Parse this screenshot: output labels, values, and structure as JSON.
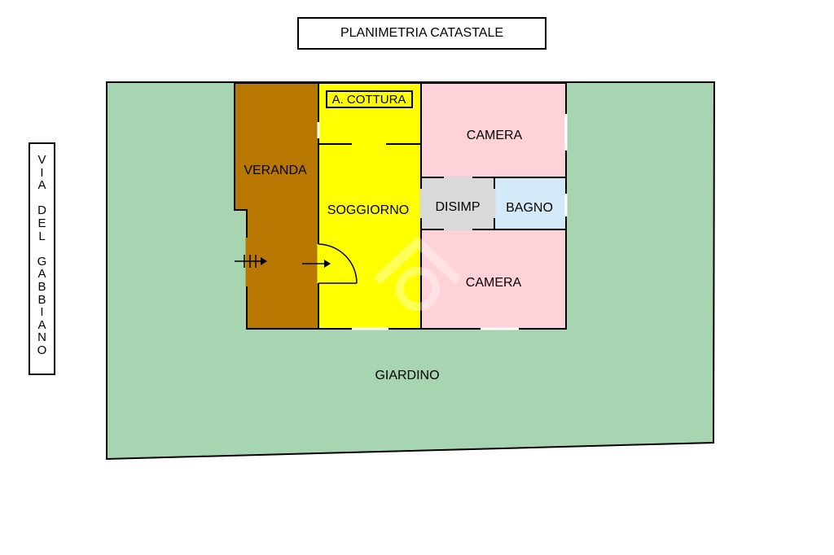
{
  "title": "PLANIMETRIA CATASTALE",
  "street": "VIA DEL GABBIANO",
  "rooms": {
    "veranda": "VERANDA",
    "angolo_cottura": "A. COTTURA",
    "soggiorno": "SOGGIORNO",
    "camera_top": "CAMERA",
    "disimpegno": "DISIMP",
    "bagno": "BAGNO",
    "camera_bottom": "CAMERA",
    "giardino": "GIARDINO"
  },
  "colors": {
    "giardino": "#a8d5b1",
    "veranda": "#b87800",
    "soggiorno": "#ffff00",
    "camera": "#ffd1d9",
    "disimpegno": "#d9d9d9",
    "bagno": "#d4e9f8",
    "wall": "#000000"
  }
}
